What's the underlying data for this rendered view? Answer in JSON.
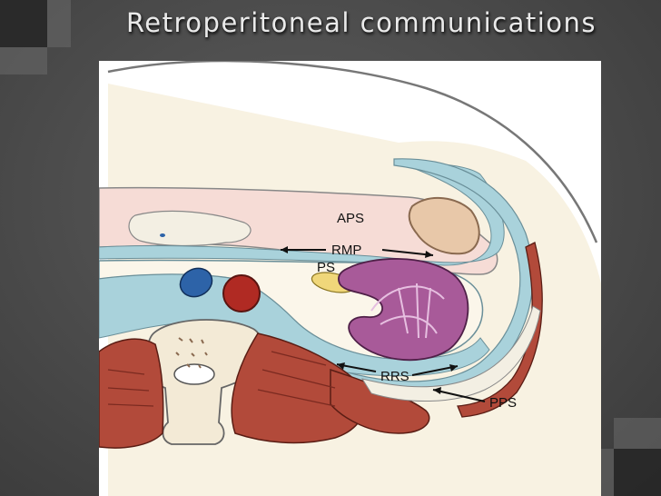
{
  "slide": {
    "title": "Retroperitoneal communications"
  },
  "diagram": {
    "labels": {
      "aps": "APS",
      "rmp": "RMP",
      "ps": "PS",
      "rrs": "RRS",
      "pps": "PPS"
    },
    "colors": {
      "background_fat": "#f8f2e2",
      "anterior_space": "#f6dcd6",
      "fascia_blue": "#a9d2db",
      "vein_blue": "#2d63a8",
      "artery_red": "#b02a23",
      "kidney_purple": "#a85a99",
      "muscle_red": "#b24a3a",
      "vertebra": "#f3ead6"
    }
  }
}
